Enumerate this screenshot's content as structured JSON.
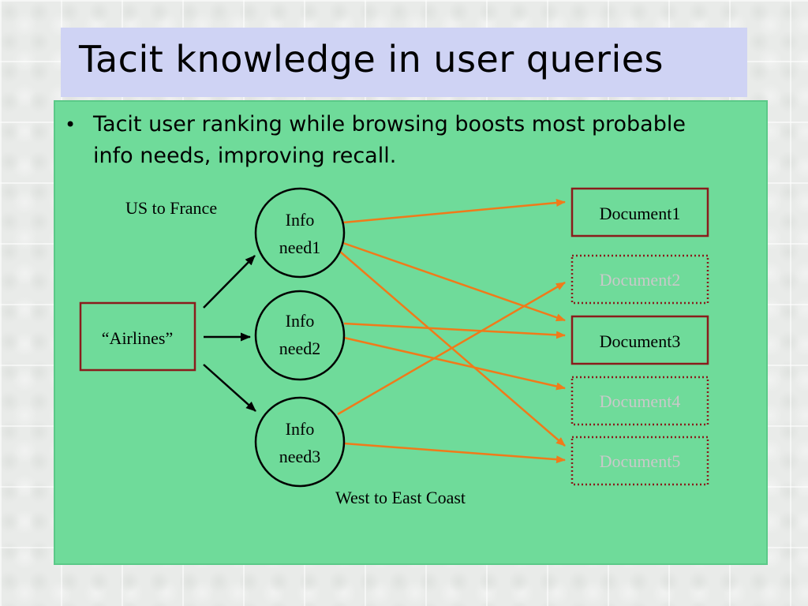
{
  "slide": {
    "title": "Tacit knowledge in user queries",
    "bullet": "Tacit user ranking while browsing boosts most probable info needs, improving recall."
  },
  "diagram": {
    "query": {
      "label": "“Airlines”"
    },
    "info_needs": [
      {
        "line1": "Info",
        "line2": "need1",
        "annotation": "US to France"
      },
      {
        "line1": "Info",
        "line2": "need2",
        "annotation": ""
      },
      {
        "line1": "Info",
        "line2": "need3",
        "annotation": "West to East Coast"
      }
    ],
    "documents": [
      {
        "label": "Document1",
        "style": "solid"
      },
      {
        "label": "Document2",
        "style": "dotted-faded"
      },
      {
        "label": "Document3",
        "style": "solid"
      },
      {
        "label": "Document4",
        "style": "dotted-faded"
      },
      {
        "label": "Document5",
        "style": "dotted-faded"
      }
    ],
    "links": [
      {
        "from": "need1",
        "to": "Document1"
      },
      {
        "from": "need1",
        "to": "Document3"
      },
      {
        "from": "need1",
        "to": "Document5"
      },
      {
        "from": "need2",
        "to": "Document3"
      },
      {
        "from": "need2",
        "to": "Document4"
      },
      {
        "from": "need3",
        "to": "Document2"
      },
      {
        "from": "need3",
        "to": "Document5"
      }
    ],
    "colors": {
      "panel": "#6fdb9a",
      "title_band": "#cfd3f4",
      "box_border": "#8a1c1c",
      "link": "#f07a1a",
      "faded_text": "#c9c9c9"
    }
  }
}
